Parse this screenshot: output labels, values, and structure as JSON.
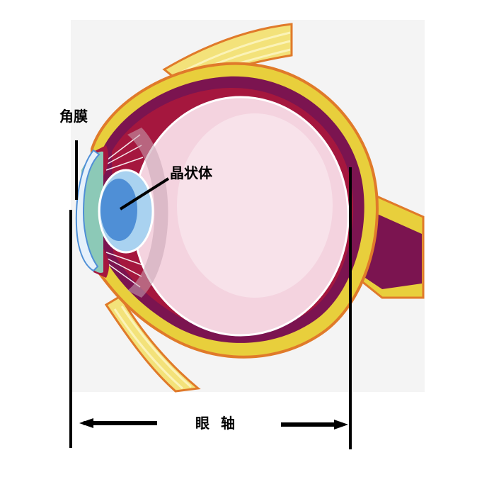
{
  "labels": {
    "cornea": "角膜",
    "lens": "晶状体",
    "eye_axis_part1": "眼",
    "eye_axis_part2": "轴"
  },
  "colors": {
    "background_panel": "#f4f4f4",
    "muscle_yellow": "#f3e27a",
    "muscle_stripe": "#fbf3b8",
    "sclera_yellow": "#e8cf3c",
    "outline_orange": "#e07a2a",
    "choroid_purple": "#7b1450",
    "retina_dark_red": "#a5173e",
    "vitreous_pink": "#f4d3df",
    "vitreous_light": "#f8e2ea",
    "lens_blue": "#4f8fd6",
    "lens_light_blue": "#a9d2f0",
    "aqueous_teal": "#8cc9b7",
    "cornea_light": "#e6f1fb",
    "annotation_black": "#000000"
  }
}
